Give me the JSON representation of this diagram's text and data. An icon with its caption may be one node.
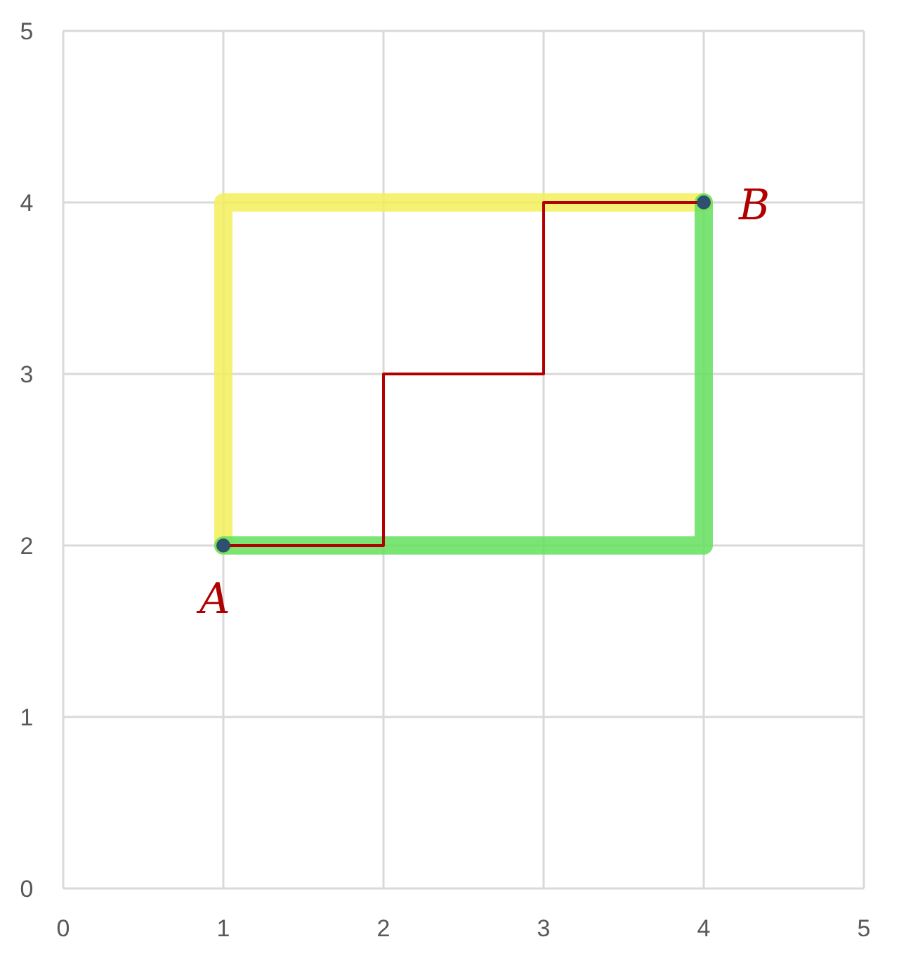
{
  "diagram": {
    "chart_data": {
      "type": "line",
      "xlim": [
        0,
        5
      ],
      "ylim": [
        0,
        5
      ],
      "xticks": [
        0,
        1,
        2,
        3,
        4,
        5
      ],
      "yticks": [
        0,
        1,
        2,
        3,
        4,
        5
      ],
      "grid": true,
      "series": [
        {
          "color": "#f3ef5a",
          "x": [
            1,
            1,
            4
          ],
          "values": [
            2,
            4,
            4
          ]
        },
        {
          "color": "#63e05c",
          "x": [
            1,
            4,
            4
          ],
          "values": [
            2,
            2,
            4
          ]
        },
        {
          "color": "#b00000",
          "x": [
            1,
            2,
            2,
            3,
            3,
            4
          ],
          "values": [
            2,
            2,
            3,
            3,
            4,
            4
          ]
        }
      ],
      "annotations": [
        {
          "x": 1,
          "y": 2,
          "text": "A"
        },
        {
          "x": 4,
          "y": 4,
          "text": "B"
        }
      ]
    }
  }
}
